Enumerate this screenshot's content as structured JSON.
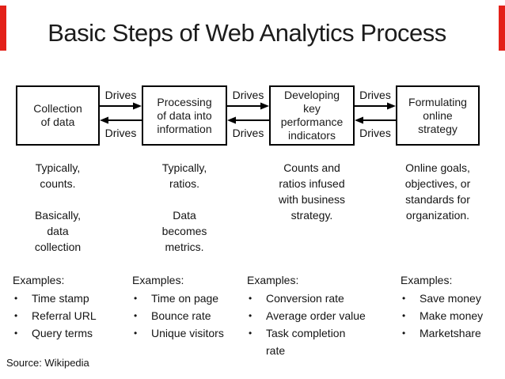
{
  "meta": {
    "accent_red": "#e32119",
    "text_color": "#1a1a1a",
    "box_border_color": "#000000"
  },
  "title": "Basic Steps of Web Analytics Process",
  "arrow_label": "Drives",
  "source": "Source: Wikipedia",
  "steps": [
    {
      "box": "Collection\nof data",
      "description": "Typically,\ncounts.\n\nBasically,\ndata\ncollection",
      "examples_label": "Examples:",
      "examples": [
        "Time stamp",
        "Referral URL",
        "Query terms"
      ]
    },
    {
      "box": "Processing\nof data into\ninformation",
      "description": "Typically,\nratios.\n\nData\nbecomes\nmetrics.",
      "examples_label": "Examples:",
      "examples": [
        "Time on page",
        "Bounce rate",
        "Unique visitors"
      ]
    },
    {
      "box": "Developing\nkey\nperformance\nindicators",
      "description": "Counts and\nratios infused\nwith business\nstrategy.",
      "examples_label": "Examples:",
      "examples": [
        "Conversion rate",
        "Average order value",
        "Task completion rate"
      ]
    },
    {
      "box": "Formulating\nonline\nstrategy",
      "description": "Online goals,\nobjectives, or\nstandards for\norganization.",
      "examples_label": "Examples:",
      "examples": [
        "Save money",
        "Make money",
        "Marketshare"
      ]
    }
  ]
}
